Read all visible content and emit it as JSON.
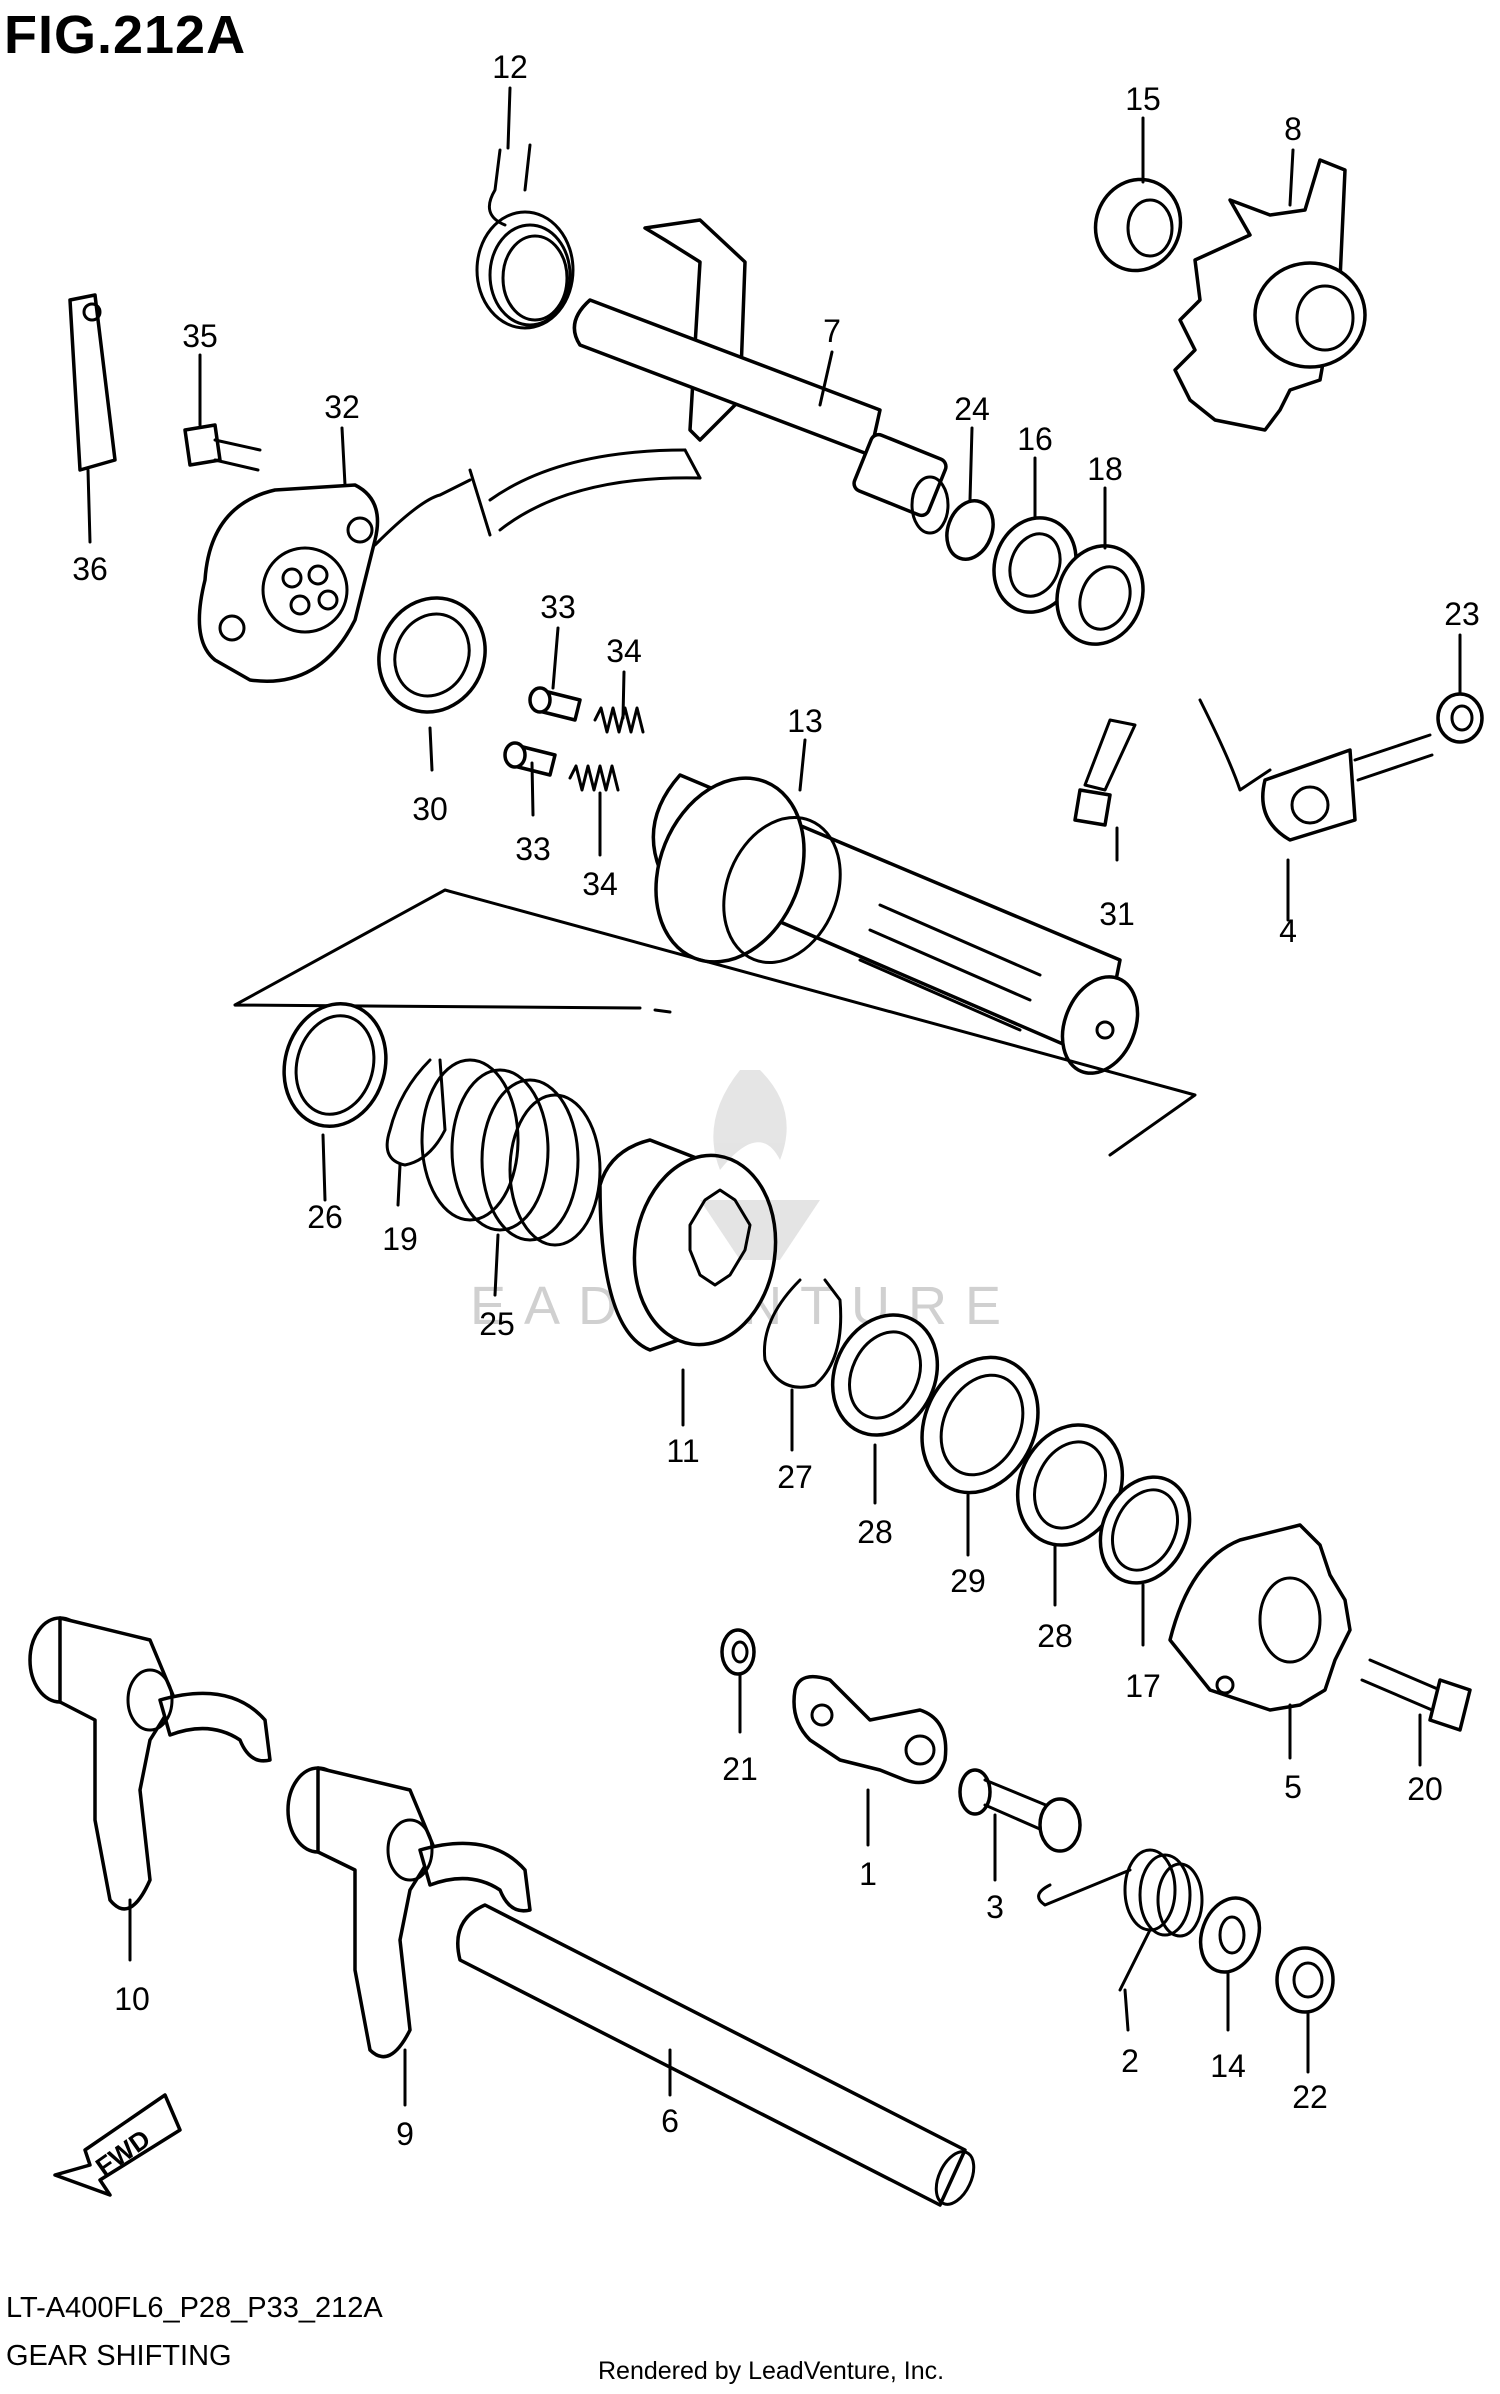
{
  "figure": {
    "title": "FIG.212A",
    "model_code": "LT-A400FL6_P28_P33_212A",
    "name": "GEAR SHIFTING",
    "rendered_by": "Rendered by LeadVenture, Inc.",
    "watermark": "EADVENTURE",
    "fwd_label": "FWD"
  },
  "callouts": [
    {
      "id": "c12",
      "text": "12"
    },
    {
      "id": "c15",
      "text": "15"
    },
    {
      "id": "c8",
      "text": "8"
    },
    {
      "id": "c35",
      "text": "35"
    },
    {
      "id": "c32",
      "text": "32"
    },
    {
      "id": "c7",
      "text": "7"
    },
    {
      "id": "c24",
      "text": "24"
    },
    {
      "id": "c16",
      "text": "16"
    },
    {
      "id": "c18",
      "text": "18"
    },
    {
      "id": "c36",
      "text": "36"
    },
    {
      "id": "c33a",
      "text": "33"
    },
    {
      "id": "c34a",
      "text": "34"
    },
    {
      "id": "c23",
      "text": "23"
    },
    {
      "id": "c13",
      "text": "13"
    },
    {
      "id": "c30",
      "text": "30"
    },
    {
      "id": "c33b",
      "text": "33"
    },
    {
      "id": "c34b",
      "text": "34"
    },
    {
      "id": "c31",
      "text": "31"
    },
    {
      "id": "c4",
      "text": "4"
    },
    {
      "id": "c26",
      "text": "26"
    },
    {
      "id": "c19",
      "text": "19"
    },
    {
      "id": "c25",
      "text": "25"
    },
    {
      "id": "c11",
      "text": "11"
    },
    {
      "id": "c27",
      "text": "27"
    },
    {
      "id": "c28a",
      "text": "28"
    },
    {
      "id": "c29",
      "text": "29"
    },
    {
      "id": "c28b",
      "text": "28"
    },
    {
      "id": "c17",
      "text": "17"
    },
    {
      "id": "c5",
      "text": "5"
    },
    {
      "id": "c20",
      "text": "20"
    },
    {
      "id": "c21",
      "text": "21"
    },
    {
      "id": "c1",
      "text": "1"
    },
    {
      "id": "c3",
      "text": "3"
    },
    {
      "id": "c10",
      "text": "10"
    },
    {
      "id": "c2",
      "text": "2"
    },
    {
      "id": "c14",
      "text": "14"
    },
    {
      "id": "c22",
      "text": "22"
    },
    {
      "id": "c9",
      "text": "9"
    },
    {
      "id": "c6",
      "text": "6"
    }
  ]
}
